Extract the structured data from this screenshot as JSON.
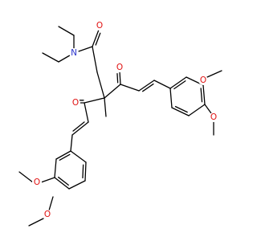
{
  "molecule": {
    "atoms": {
      "n1": {
        "label": "N"
      },
      "o1": {
        "label": "O"
      },
      "o2": {
        "label": "O"
      },
      "o3": {
        "label": "O"
      },
      "o4": {
        "label": "O"
      },
      "o5": {
        "label": "O"
      },
      "o6": {
        "label": "O"
      },
      "o7": {
        "label": "O"
      }
    },
    "colors": {
      "bond": "#000000",
      "nitrogen": "#2a33cc",
      "oxygen": "#e01010"
    }
  }
}
